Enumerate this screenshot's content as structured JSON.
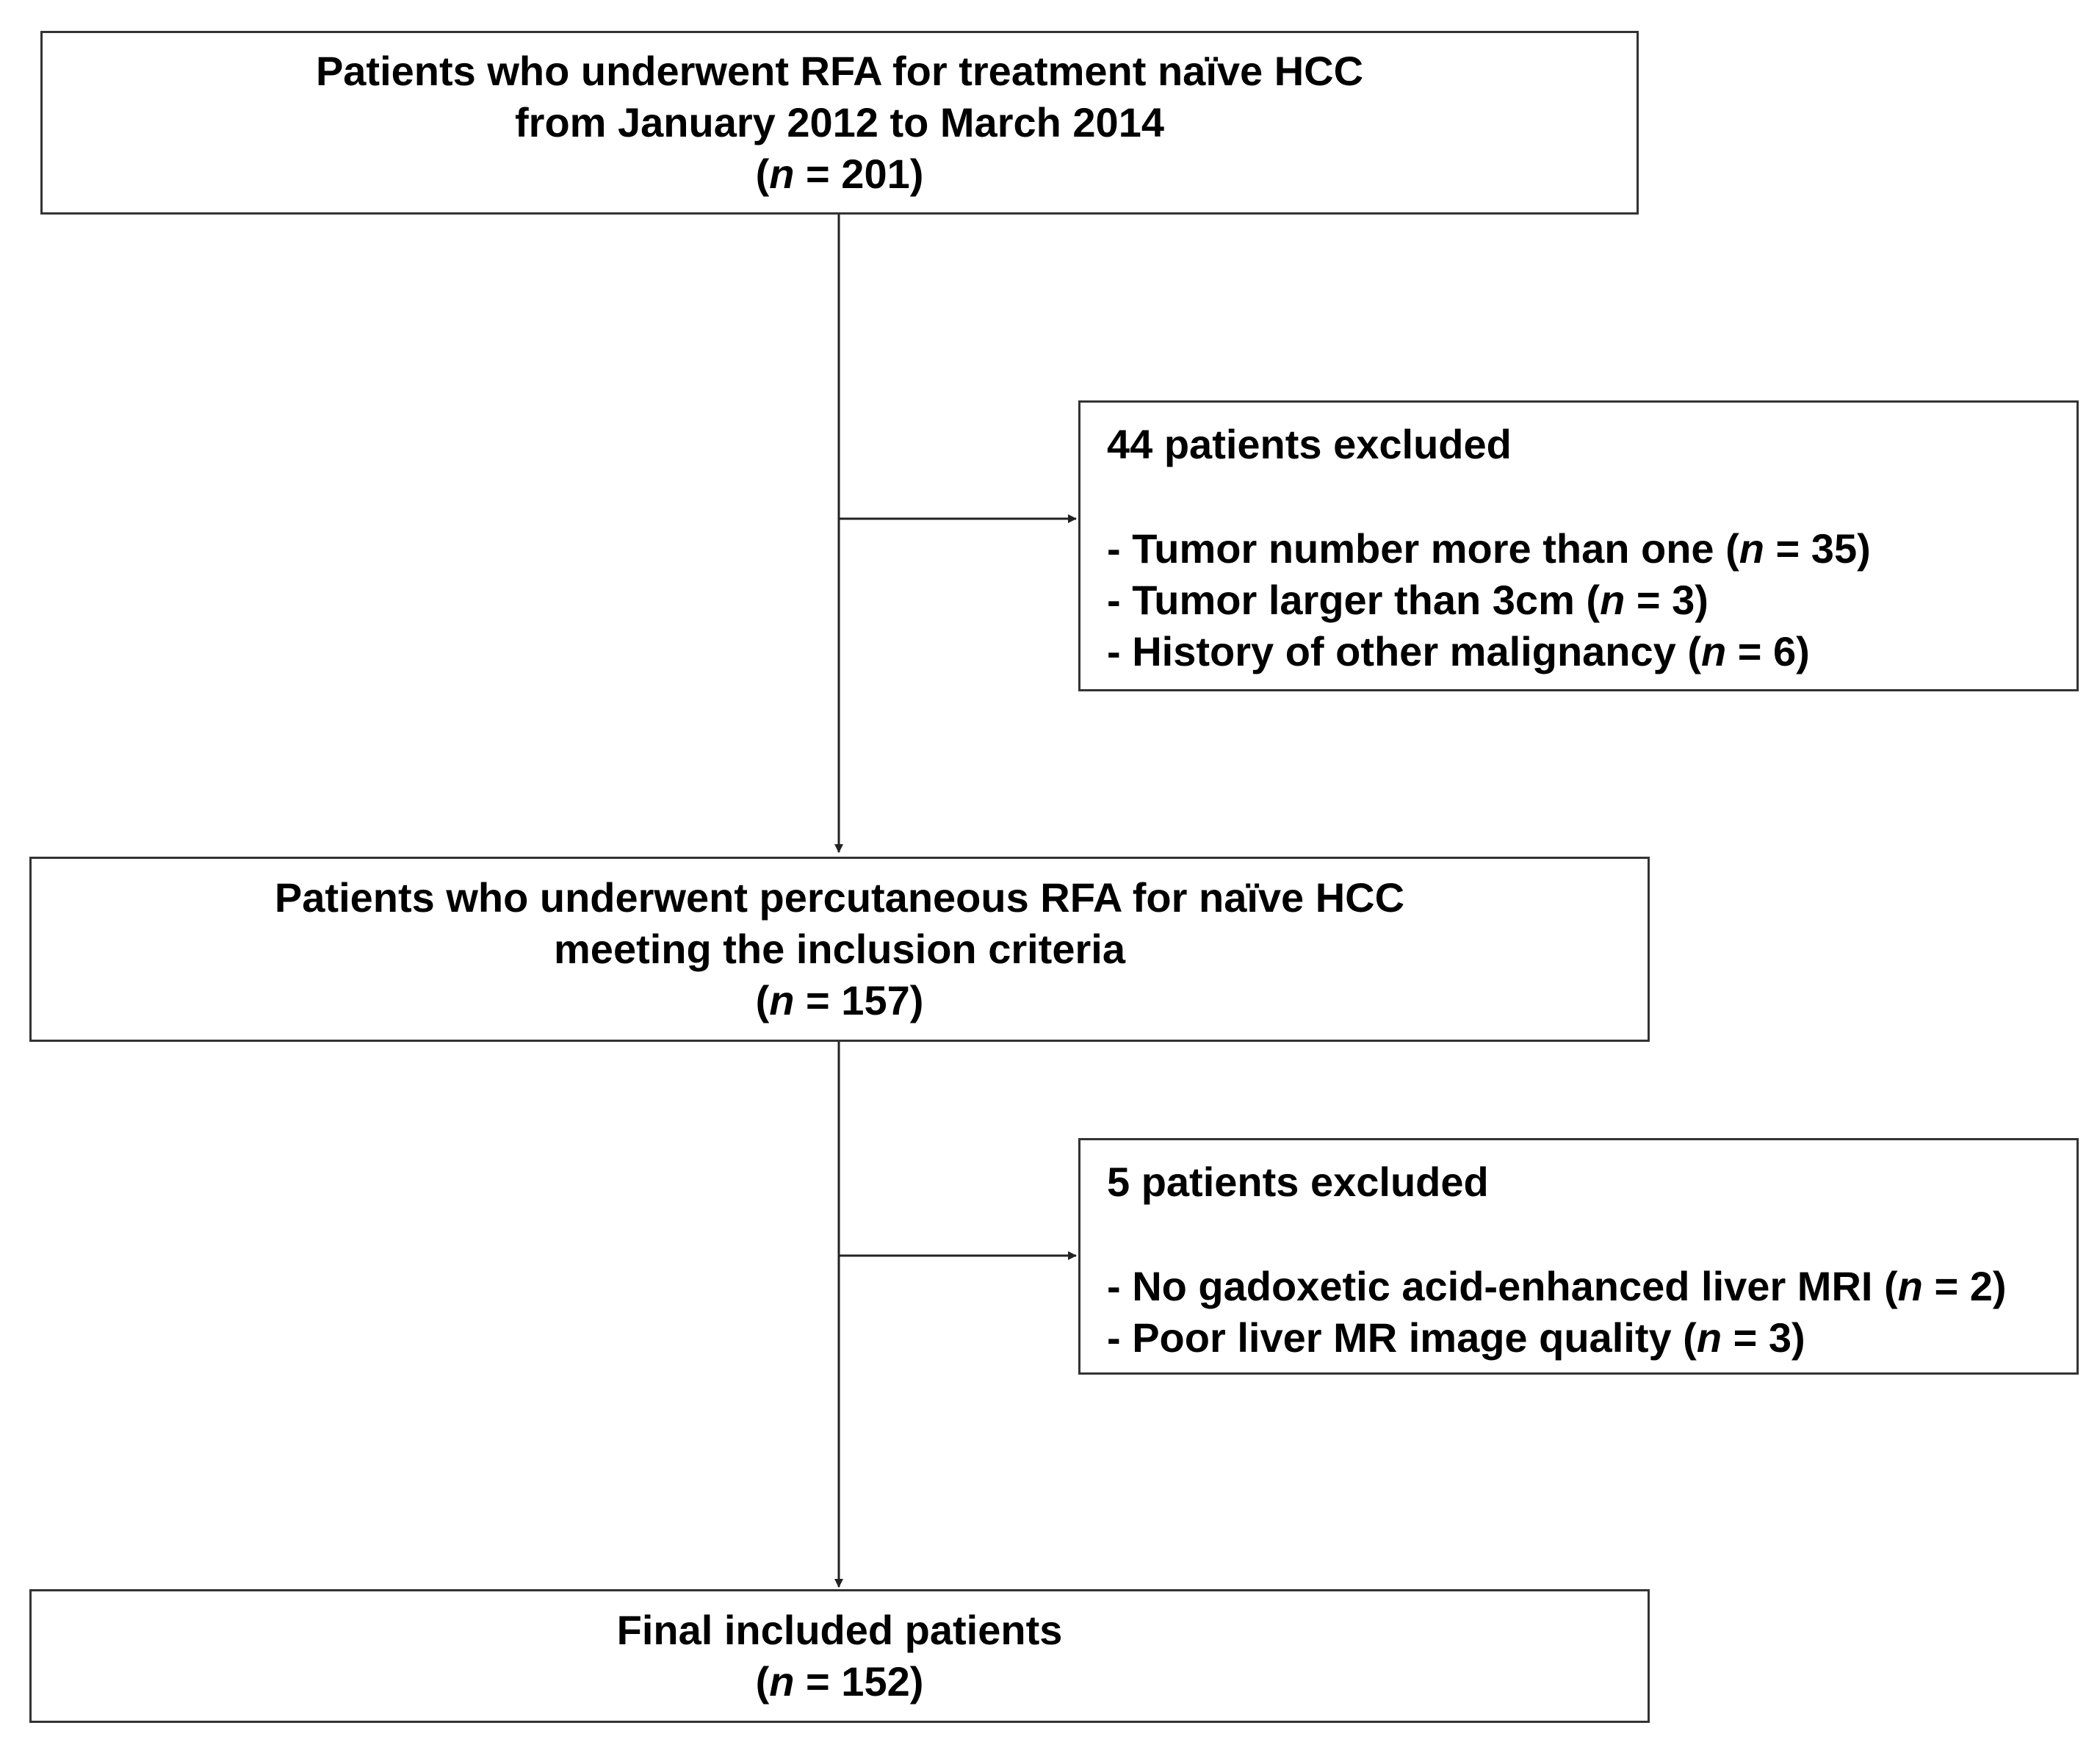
{
  "box_initial": {
    "line1": "Patients who underwent RFA for treatment naïve HCC",
    "line2": "from January 2012 to March 2014",
    "n_open": "(",
    "n_var": "n",
    "n_value": " = 201)"
  },
  "exclusion_1": {
    "title": "44 patients excluded",
    "items": [
      {
        "text": "- Tumor number more than one ",
        "n_open": "(",
        "n_var": "n",
        "n_value": " = 35)"
      },
      {
        "text": "- Tumor larger than 3cm ",
        "n_open": "(",
        "n_var": "n",
        "n_value": " = 3)"
      },
      {
        "text": "- History of other malignancy ",
        "n_open": "(",
        "n_var": "n",
        "n_value": " = 6)"
      }
    ]
  },
  "box_eligible": {
    "line1": "Patients who underwent percutaneous RFA for naïve HCC",
    "line2": "meeting the inclusion criteria",
    "n_open": "(",
    "n_var": "n",
    "n_value": " = 157)"
  },
  "exclusion_2": {
    "title": "5 patients excluded",
    "items": [
      {
        "text": "- No gadoxetic acid-enhanced liver MRI ",
        "n_open": "(",
        "n_var": "n",
        "n_value": " = 2)"
      },
      {
        "text": "- Poor liver MR image quality ",
        "n_open": "(",
        "n_var": "n",
        "n_value": " = 3)"
      }
    ]
  },
  "box_final": {
    "line1": "Final included patients",
    "n_open": "(",
    "n_var": "n",
    "n_value": " = 152)"
  }
}
